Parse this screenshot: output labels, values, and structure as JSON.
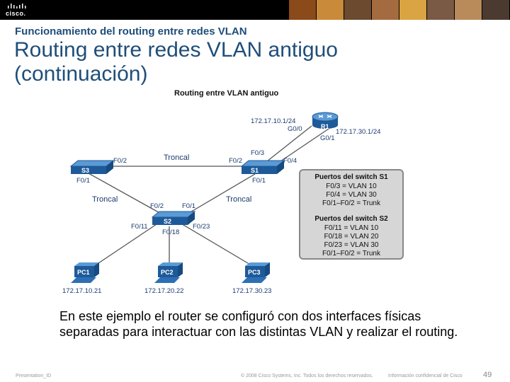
{
  "header": {
    "logo_text": "cisco.",
    "subtitle": "Funcionamiento del routing entre redes VLAN",
    "title_line1": "Routing entre redes VLAN antiguo",
    "title_line2": "(continuación)"
  },
  "diagram": {
    "heading": "Routing entre VLAN antiguo",
    "router": {
      "name": "R1",
      "ip_g00": "172.17.10.1/24",
      "port_g00": "G0/0",
      "ip_g01": "172.17.30.1/24",
      "port_g01": "G0/1"
    },
    "s1": {
      "name": "S1",
      "p_top": "F0/3",
      "p_right": "F0/4",
      "p_left": "F0/2",
      "p_bottom": "F0/1"
    },
    "s3": {
      "name": "S3",
      "p_right": "F0/2",
      "p_bottom": "F0/1"
    },
    "s2": {
      "name": "S2",
      "p_tl": "F0/2",
      "p_tr": "F0/1",
      "p_left": "F0/11",
      "p_bottom": "F0/18",
      "p_right": "F0/23"
    },
    "trunk_labels": [
      "Troncal",
      "Troncal",
      "Troncal"
    ],
    "pcs": [
      {
        "name": "PC1",
        "ip": "172.17.10.21"
      },
      {
        "name": "PC2",
        "ip": "172.17.20.22"
      },
      {
        "name": "PC3",
        "ip": "172.17.30.23"
      }
    ],
    "s1_ports": {
      "heading": "Puertos del switch S1",
      "lines": [
        "F0/3 = VLAN 10",
        "F0/4 = VLAN 30",
        "F0/1–F0/2 = Trunk"
      ]
    },
    "s2_ports": {
      "heading": "Puertos del switch S2",
      "lines": [
        "F0/11 = VLAN 10",
        "F0/18 = VLAN 20",
        "F0/23 = VLAN 30",
        "F0/1–F0/2 = Trunk"
      ]
    }
  },
  "caption": "En este ejemplo el router se configuró con dos interfaces físicas separadas para interactuar con las distintas VLAN y realizar el routing.",
  "footer": {
    "left": "Presentation_ID",
    "center": "© 2008 Cisco Systems, Inc. Todos los derechos reservados.",
    "right": "Información confidencial de Cisco",
    "page": "49"
  },
  "colors": {
    "title": "#1f4e79",
    "device": "#2d6fb5",
    "label": "#1a3a6e",
    "trunk_line": "#555555"
  }
}
